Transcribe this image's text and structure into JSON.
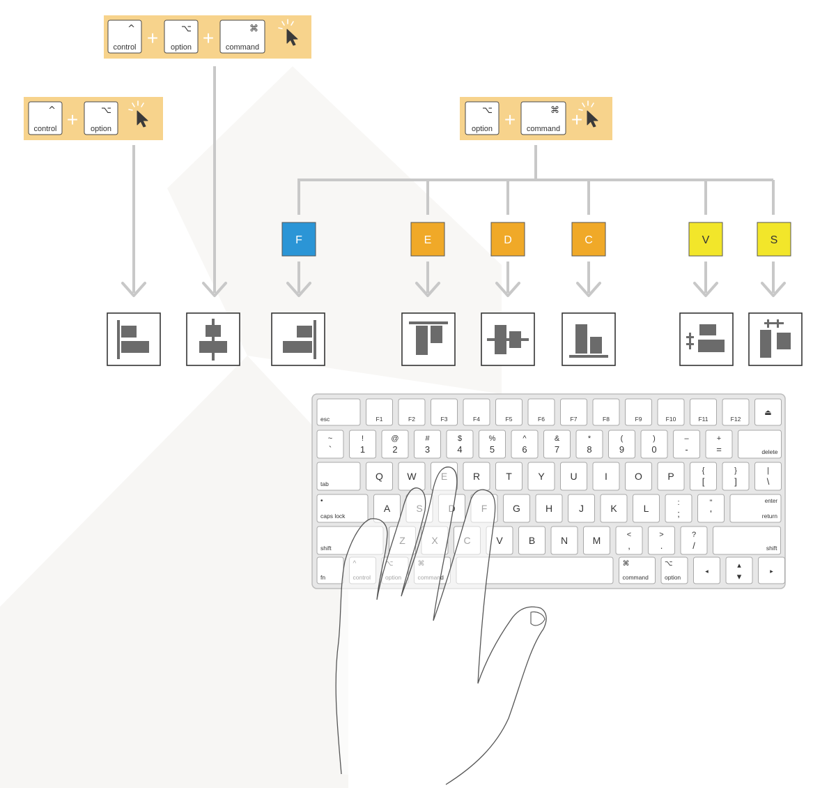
{
  "combos": [
    {
      "id": "top",
      "keys": [
        {
          "sym": "^",
          "label": "control"
        },
        {
          "sym": "⌥",
          "label": "option"
        },
        {
          "sym": "⌘",
          "label": "command"
        }
      ]
    },
    {
      "id": "left",
      "keys": [
        {
          "sym": "^",
          "label": "control"
        },
        {
          "sym": "⌥",
          "label": "option"
        }
      ]
    },
    {
      "id": "right",
      "keys": [
        {
          "sym": "⌥",
          "label": "option"
        },
        {
          "sym": "⌘",
          "label": "command"
        }
      ]
    }
  ],
  "plus_sign": "+",
  "letters": [
    {
      "letter": "F",
      "color": "#2b95d6"
    },
    {
      "letter": "E",
      "color": "#f0a928"
    },
    {
      "letter": "D",
      "color": "#f0a928"
    },
    {
      "letter": "C",
      "color": "#f0a928"
    },
    {
      "letter": "V",
      "color": "#f2e62a"
    },
    {
      "letter": "S",
      "color": "#f2e62a"
    }
  ],
  "icons": [
    "align-left-icon",
    "align-horizontal-center-icon",
    "align-right-icon",
    "align-top-icon",
    "align-vertical-center-icon",
    "align-bottom-icon",
    "distribute-vertical-icon",
    "distribute-horizontal-icon"
  ],
  "colors": {
    "combo": "#f7d38c",
    "connector": "#c8c8c8",
    "blue": "#2b95d6",
    "orange": "#f0a928",
    "yellow": "#f2e62a"
  },
  "keyboard": {
    "rows": [
      [
        {
          "l": "esc"
        },
        {
          "l": "F1"
        },
        {
          "l": "F2"
        },
        {
          "l": "F3"
        },
        {
          "l": "F4"
        },
        {
          "l": "F5"
        },
        {
          "l": "F6"
        },
        {
          "l": "F7"
        },
        {
          "l": "F8"
        },
        {
          "l": "F9"
        },
        {
          "l": "F10"
        },
        {
          "l": "F11"
        },
        {
          "l": "F12"
        },
        {
          "l": "⏏"
        }
      ],
      [
        {
          "t": "~",
          "b": "`"
        },
        {
          "t": "!",
          "b": "1"
        },
        {
          "t": "@",
          "b": "2"
        },
        {
          "t": "#",
          "b": "3"
        },
        {
          "t": "$",
          "b": "4"
        },
        {
          "t": "%",
          "b": "5"
        },
        {
          "t": "^",
          "b": "6"
        },
        {
          "t": "&",
          "b": "7"
        },
        {
          "t": "*",
          "b": "8"
        },
        {
          "t": "(",
          "b": "9"
        },
        {
          "t": ")",
          "b": "0"
        },
        {
          "t": "–",
          "b": "-"
        },
        {
          "t": "+",
          "b": "="
        },
        {
          "l": "delete"
        }
      ],
      [
        {
          "l": "tab"
        },
        {
          "c": "Q"
        },
        {
          "c": "W"
        },
        {
          "c": "E",
          "hl": "orange"
        },
        {
          "c": "R"
        },
        {
          "c": "T"
        },
        {
          "c": "Y"
        },
        {
          "c": "U"
        },
        {
          "c": "I"
        },
        {
          "c": "O"
        },
        {
          "c": "P"
        },
        {
          "t": "{",
          "b": "["
        },
        {
          "t": "}",
          "b": "]"
        },
        {
          "t": "|",
          "b": "\\"
        }
      ],
      [
        {
          "t": "•",
          "l": "caps lock"
        },
        {
          "c": "A"
        },
        {
          "c": "S",
          "hl": "yellow"
        },
        {
          "c": "D",
          "hl": "orange"
        },
        {
          "c": "F",
          "hl": "blue"
        },
        {
          "c": "G"
        },
        {
          "c": "H"
        },
        {
          "c": "J"
        },
        {
          "c": "K"
        },
        {
          "c": "L"
        },
        {
          "t": ":",
          "b": ";"
        },
        {
          "t": "\"",
          "b": "'"
        },
        {
          "t": "enter",
          "l": "return"
        }
      ],
      [
        {
          "l": "shift"
        },
        {
          "c": "Z"
        },
        {
          "c": "X"
        },
        {
          "c": "C",
          "hl": "orange"
        },
        {
          "c": "V",
          "hl": "yellow"
        },
        {
          "c": "B"
        },
        {
          "c": "N"
        },
        {
          "c": "M"
        },
        {
          "t": "<",
          "b": ","
        },
        {
          "t": ">",
          "b": "."
        },
        {
          "t": "?",
          "b": "/"
        },
        {
          "l": "shift"
        }
      ],
      [
        {
          "l": "fn"
        },
        {
          "t": "^",
          "l": "control"
        },
        {
          "t": "⌥",
          "l": "option"
        },
        {
          "t": "⌘",
          "l": "command"
        },
        {
          "l": ""
        },
        {
          "t": "⌘",
          "l": "command"
        },
        {
          "t": "⌥",
          "l": "option"
        },
        {
          "t": "◂"
        },
        {
          "t": "▴",
          "b": "▾"
        },
        {
          "t": "▸"
        }
      ]
    ]
  }
}
